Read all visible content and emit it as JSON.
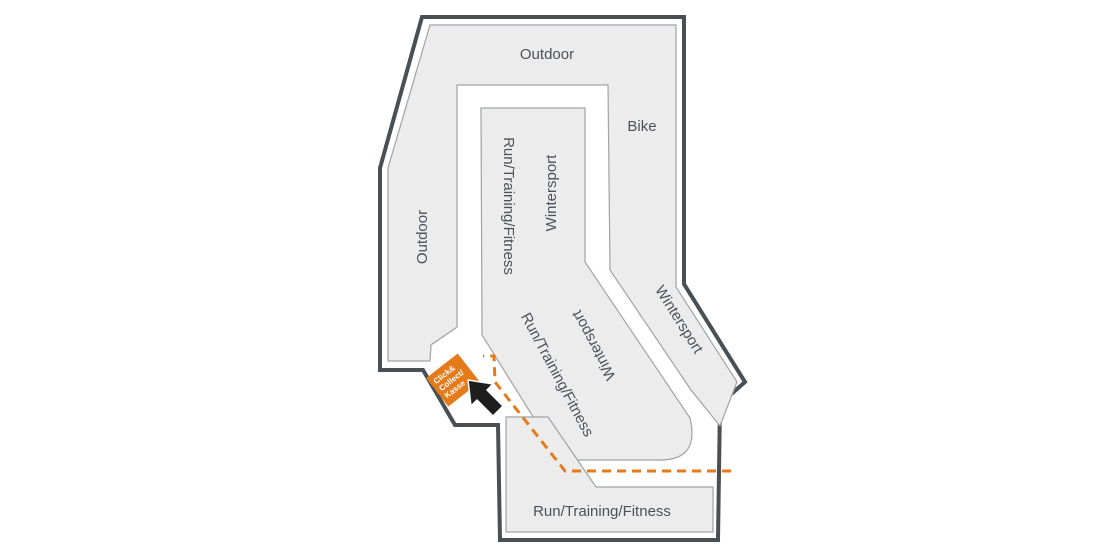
{
  "store_map": {
    "zones": {
      "outdoor_top": "Outdoor",
      "bike": "Bike",
      "outdoor_left": "Outdoor",
      "run_inner_vertical": "Run/Training/Fitness",
      "wintersport_inner_vertical": "Wintersport",
      "run_inner_diagonal": "Run/Training/Fitness",
      "wintersport_inner_diagonal": "Wintersport",
      "wintersport_right": "Wintersport",
      "run_bottom": "Run/Training/Fitness"
    },
    "kasse": {
      "line1": "Click&",
      "line2": "Collect/",
      "line3": "Kasse"
    },
    "colors": {
      "outer_wall": "#4a4f54",
      "zone_fill": "#ececed",
      "zone_stroke": "#9ea3a8",
      "label": "#4d5257",
      "accent": "#e47a1a",
      "pointer": "#1e1e1e"
    },
    "icons": {
      "pointer": "cursor-arrow-icon",
      "route": "dashed-route-line"
    }
  }
}
